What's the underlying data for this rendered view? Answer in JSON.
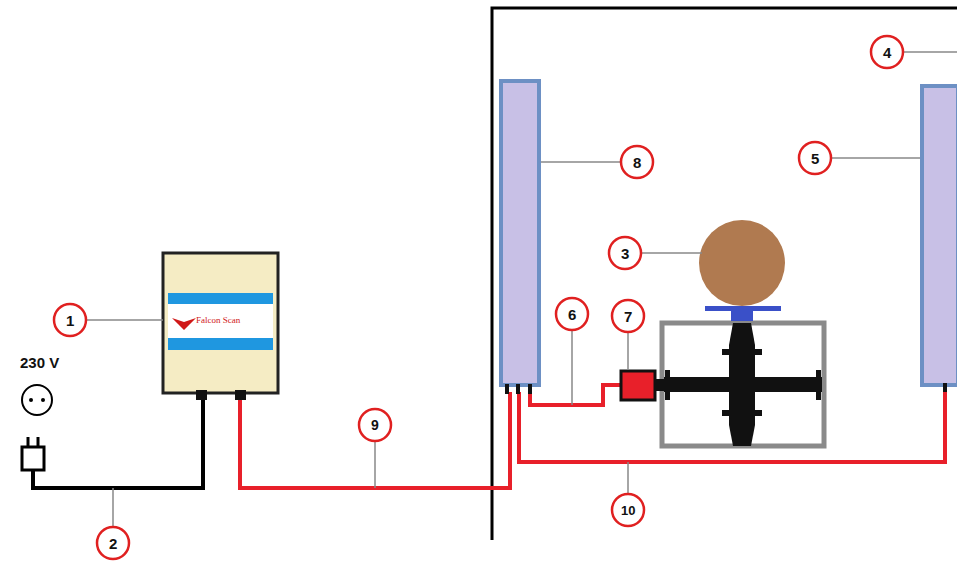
{
  "diagram": {
    "nodes": [
      {
        "text": [
          "Falcon Scan"
        ]
      }
    ],
    "labels": [
      "4",
      "5",
      "8",
      "3",
      "1",
      "6",
      "7",
      "230 V",
      "9",
      "10",
      "2"
    ]
  }
}
